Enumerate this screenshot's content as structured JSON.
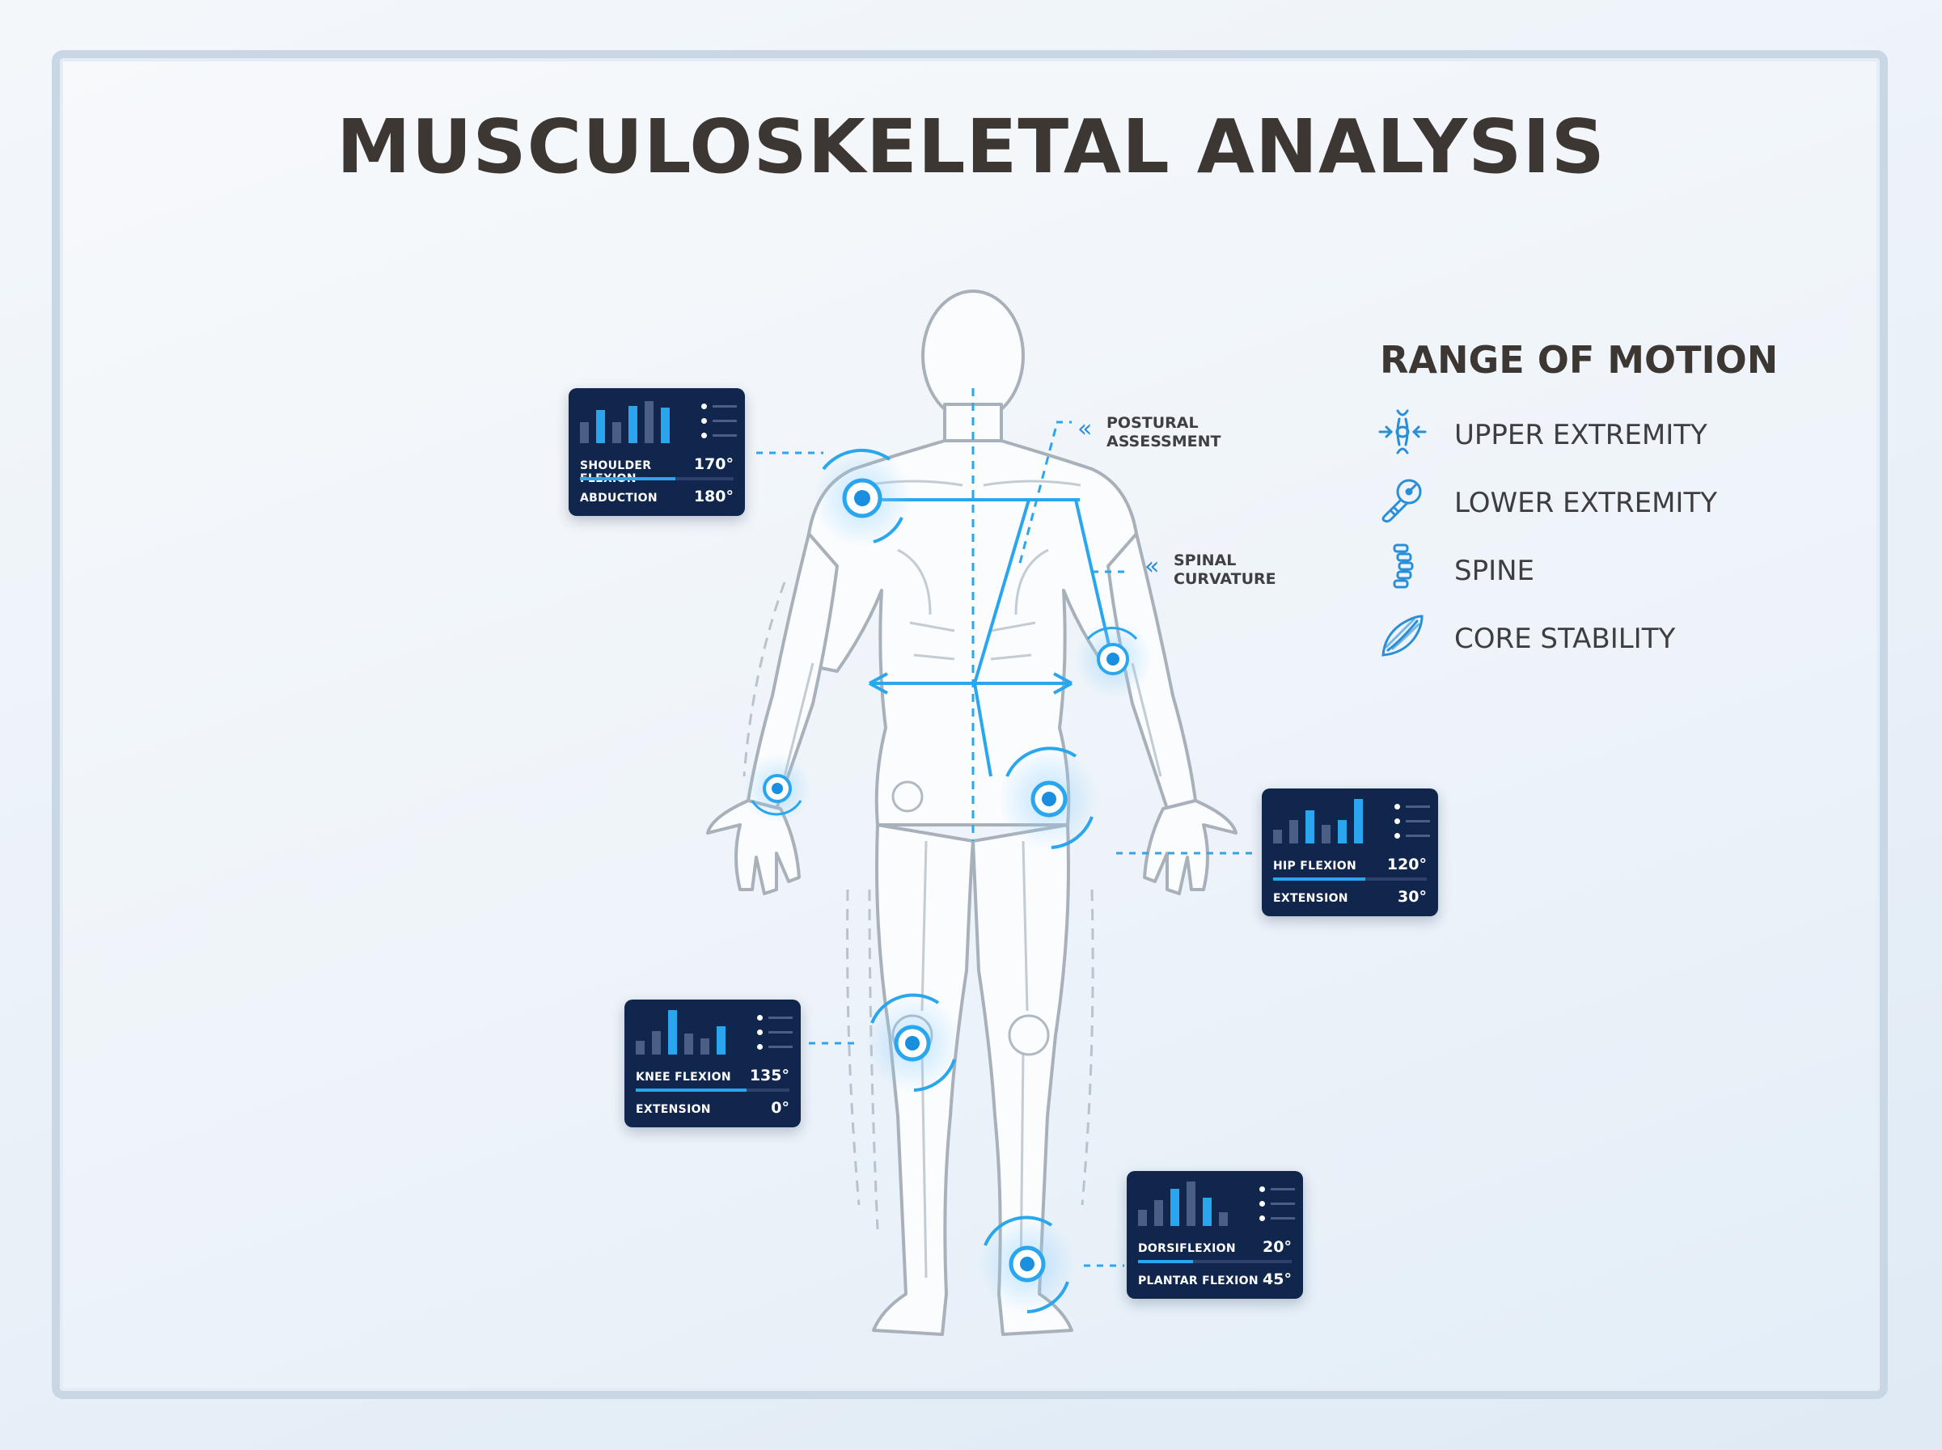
{
  "title": "MUSCULOSKELETAL ANALYSIS",
  "colors": {
    "accent": "#2aa6ee",
    "panel": "#10264d",
    "title": "#3d3733"
  },
  "panels": [
    {
      "id": "shoulder",
      "bars": [
        0.45,
        0.7,
        0.45,
        0.8,
        0.9,
        0.75
      ],
      "highlight": [
        1,
        3,
        5
      ],
      "rows": [
        {
          "label": "SHOULDER FLEXION",
          "value": "170°"
        },
        {
          "label": "ABDUCTION",
          "value": "180°"
        }
      ],
      "progress": 0.62
    },
    {
      "id": "hip",
      "bars": [
        0.3,
        0.5,
        0.7,
        0.4,
        0.5,
        0.95
      ],
      "highlight": [
        2,
        4,
        5
      ],
      "rows": [
        {
          "label": "HIP FLEXION",
          "value": "120°"
        },
        {
          "label": "EXTENSION",
          "value": "30°"
        }
      ],
      "progress": 0.6
    },
    {
      "id": "knee",
      "bars": [
        0.3,
        0.5,
        0.95,
        0.45,
        0.35,
        0.6
      ],
      "highlight": [
        2,
        5
      ],
      "rows": [
        {
          "label": "KNEE FLEXION",
          "value": "135°"
        },
        {
          "label": "EXTENSION",
          "value": "0°"
        }
      ],
      "progress": 0.72
    },
    {
      "id": "ankle",
      "bars": [
        0.35,
        0.55,
        0.8,
        0.95,
        0.6,
        0.3
      ],
      "highlight": [
        2,
        4
      ],
      "rows": [
        {
          "label": "DORSIFLEXION",
          "value": "20°"
        },
        {
          "label": "PLANTAR FLEXION",
          "value": "45°"
        }
      ],
      "progress": 0.36
    }
  ],
  "callouts": {
    "postural": [
      "POSTURAL",
      "ASSESSMENT"
    ],
    "spinal": [
      "SPINAL",
      "CURVATURE"
    ],
    "chevron": "«"
  },
  "legend": {
    "title": "RANGE OF MOTION",
    "items": [
      {
        "icon": "joint-arrows-icon",
        "label": "UPPER EXTREMITY"
      },
      {
        "icon": "goniometer-icon",
        "label": "LOWER EXTREMITY"
      },
      {
        "icon": "vertebrae-icon",
        "label": "SPINE"
      },
      {
        "icon": "muscle-icon",
        "label": "CORE STABILITY"
      }
    ]
  }
}
